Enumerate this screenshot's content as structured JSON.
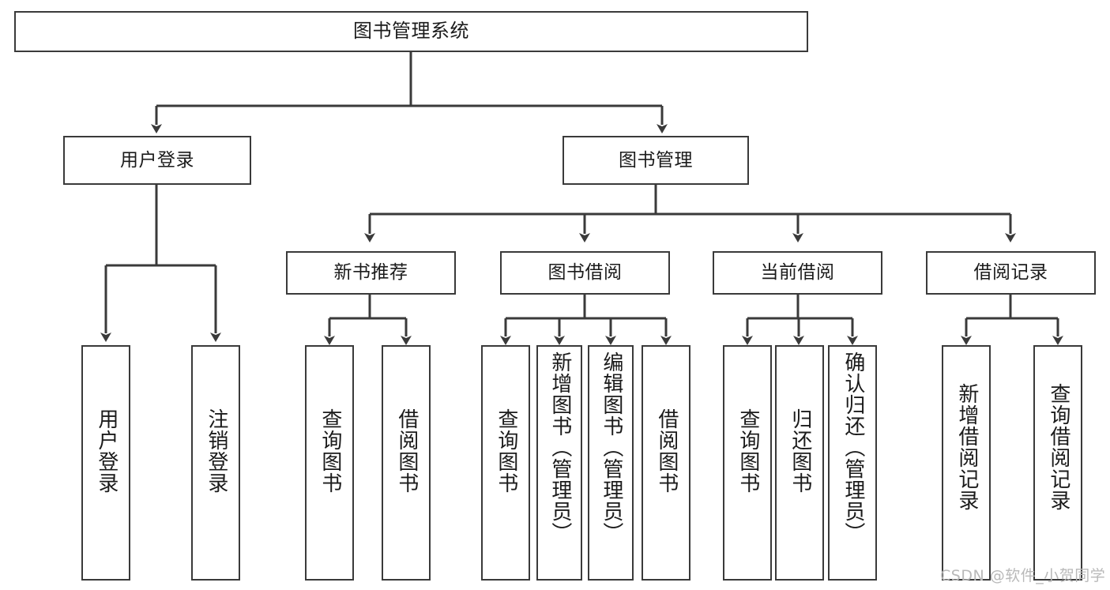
{
  "diagram": {
    "title": "图书管理系统",
    "type": "hierarchy-tree",
    "root": {
      "label": "图书管理系统"
    },
    "level2": [
      {
        "label": "用户登录"
      },
      {
        "label": "图书管理"
      }
    ],
    "level3": [
      {
        "label": "新书推荐"
      },
      {
        "label": "图书借阅"
      },
      {
        "label": "当前借阅"
      },
      {
        "label": "借阅记录"
      }
    ],
    "leaves": {
      "user_login": [
        {
          "label": "用户登录"
        },
        {
          "label": "注销登录"
        }
      ],
      "new_book": [
        {
          "label": "查询图书"
        },
        {
          "label": "借阅图书"
        }
      ],
      "book_borrow": [
        {
          "label": "查询图书"
        },
        {
          "label": "新增图书（管理员）"
        },
        {
          "label": "编辑图书（管理员）"
        },
        {
          "label": "借阅图书"
        }
      ],
      "current_borrow": [
        {
          "label": "查询图书"
        },
        {
          "label": "归还图书"
        },
        {
          "label": "确认归还（管理员）"
        }
      ],
      "borrow_record": [
        {
          "label": "新增借阅记录"
        },
        {
          "label": "查询借阅记录"
        }
      ]
    }
  },
  "watermark": {
    "text": "CSDN @软件_小贺同学"
  },
  "colors": {
    "stroke": "#3a3a3a",
    "fill": "#ffffff",
    "text": "#1b1b1b",
    "watermark": "#b9b9b9"
  }
}
